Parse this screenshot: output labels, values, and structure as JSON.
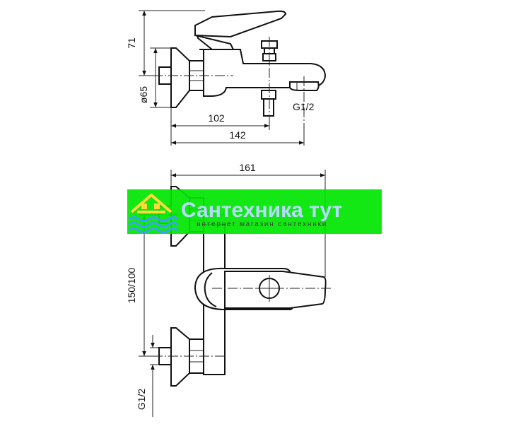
{
  "dimensions": {
    "top_height": "71",
    "top_diameter": "ø65",
    "top_thread": "G1/2",
    "top_length_inner": "102",
    "top_length_outer": "142",
    "bottom_width": "161",
    "bottom_spacing": "150/100",
    "bottom_thread": "G1/2"
  },
  "watermark": {
    "title": "Сантехника тут",
    "subtitle": "интернет магазин сантехники",
    "background_color": "#00e600",
    "title_color": "#b8d8ff",
    "icon": "house-waves-logo-icon"
  },
  "colors": {
    "line": "#111111",
    "background": "#ffffff"
  }
}
